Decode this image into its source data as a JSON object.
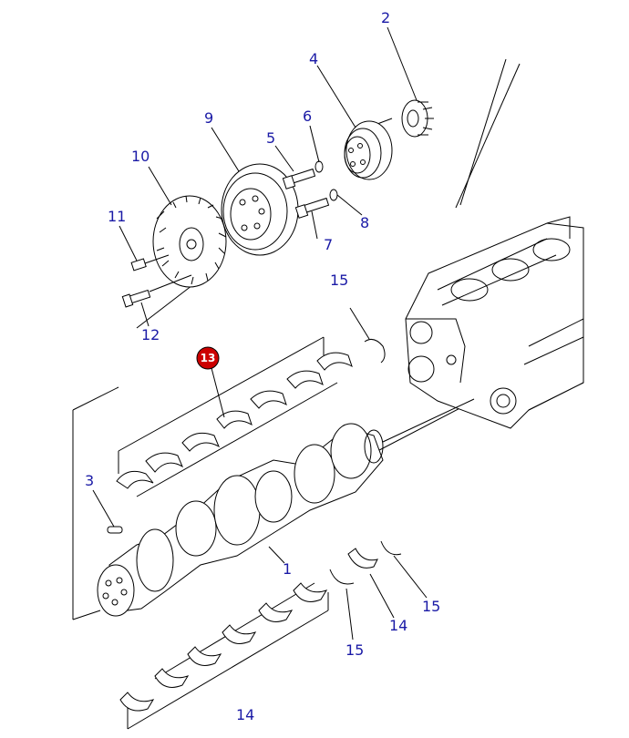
{
  "diagram": {
    "labels": {
      "p1": "1",
      "p2": "2",
      "p3": "3",
      "p4": "4",
      "p5": "5",
      "p6": "6",
      "p7": "7",
      "p8": "8",
      "p9": "9",
      "p10": "10",
      "p11": "11",
      "p12": "12",
      "p13": "13",
      "p14a": "14",
      "p14b": "14",
      "p15a": "15",
      "p15b": "15",
      "p15c": "15"
    },
    "highlighted_part": "13",
    "colors": {
      "label": "#1a1aa6",
      "highlight_fill": "#cc0000",
      "line": "#000000"
    }
  }
}
